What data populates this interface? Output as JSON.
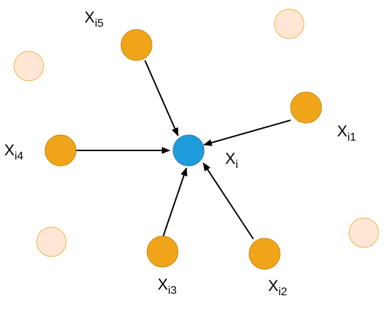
{
  "diagram": {
    "center": {
      "id": "xi",
      "label_base": "X",
      "label_sub": "i",
      "fill": "#1E9BDB",
      "stroke": "#2A7FB3"
    },
    "neighbors": [
      {
        "id": "xi5",
        "label_base": "X",
        "label_sub": "i5"
      },
      {
        "id": "xi1",
        "label_base": "X",
        "label_sub": "i1"
      },
      {
        "id": "xi4",
        "label_base": "X",
        "label_sub": "i4"
      },
      {
        "id": "xi3",
        "label_base": "X",
        "label_sub": "i3"
      },
      {
        "id": "xi2",
        "label_base": "X",
        "label_sub": "i2"
      }
    ],
    "neighbor_fill": "#F0A419",
    "neighbor_stroke": "#C98A12",
    "background_node_fill": "#FFE6D5",
    "background_node_stroke": "#F0B445",
    "background_node_count": 4,
    "edge_color": "#000000",
    "edges": [
      {
        "from": "xi5",
        "to": "xi"
      },
      {
        "from": "xi1",
        "to": "xi"
      },
      {
        "from": "xi4",
        "to": "xi"
      },
      {
        "from": "xi3",
        "to": "xi"
      },
      {
        "from": "xi2",
        "to": "xi"
      }
    ]
  }
}
